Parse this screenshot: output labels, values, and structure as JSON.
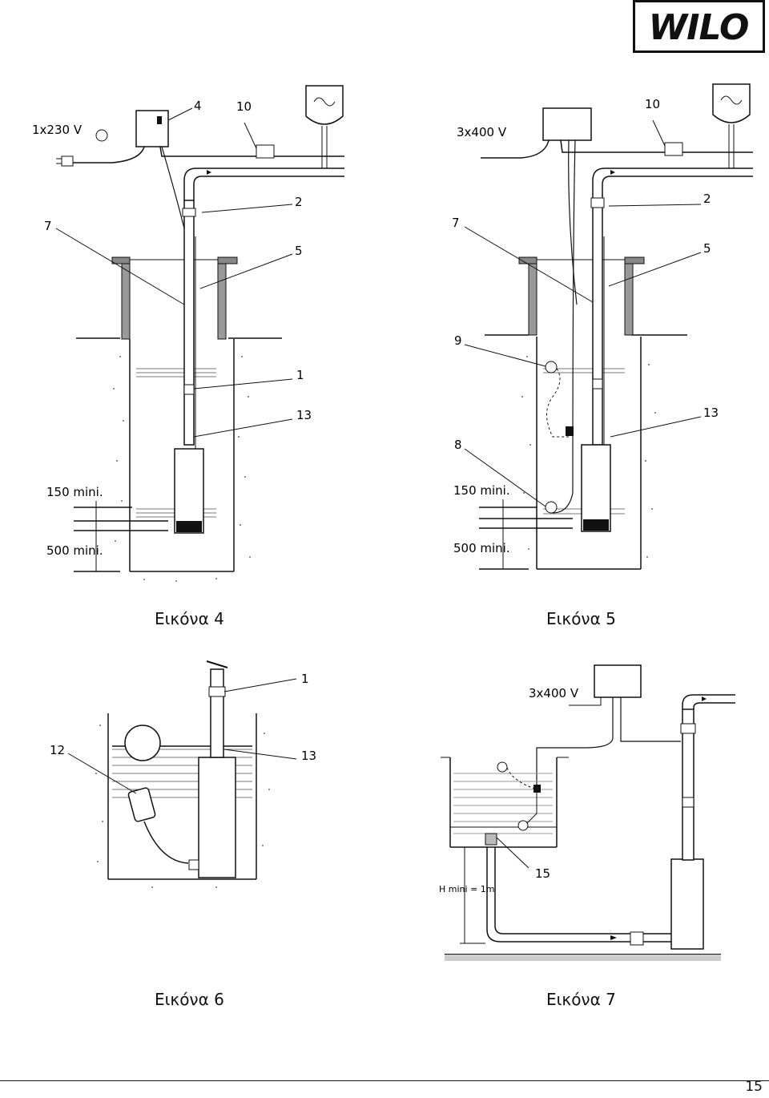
{
  "logo": {
    "text": "WILO"
  },
  "fig4": {
    "caption": "Εικόνα 4",
    "supply": "1x230 V",
    "labels": {
      "n4": "4",
      "n10": "10",
      "n2": "2",
      "n7": "7",
      "n5": "5",
      "n1": "1",
      "n13": "13"
    },
    "dims": {
      "d150": "150 mini.",
      "d500": "500 mini."
    }
  },
  "fig5": {
    "caption": "Εικόνα 5",
    "supply": "3x400 V",
    "labels": {
      "n10": "10",
      "n2": "2",
      "n7": "7",
      "n5": "5",
      "n9": "9",
      "n13": "13",
      "n8": "8"
    },
    "dims": {
      "d150": "150 mini.",
      "d500": "500 mini."
    }
  },
  "fig6": {
    "caption": "Εικόνα 6",
    "labels": {
      "n1": "1",
      "n12": "12",
      "n13": "13"
    }
  },
  "fig7": {
    "caption": "Εικόνα 7",
    "supply": "3x400 V",
    "labels": {
      "n15": "15"
    },
    "dims": {
      "hmin": "H mini = 1m"
    }
  },
  "page_number": "15"
}
